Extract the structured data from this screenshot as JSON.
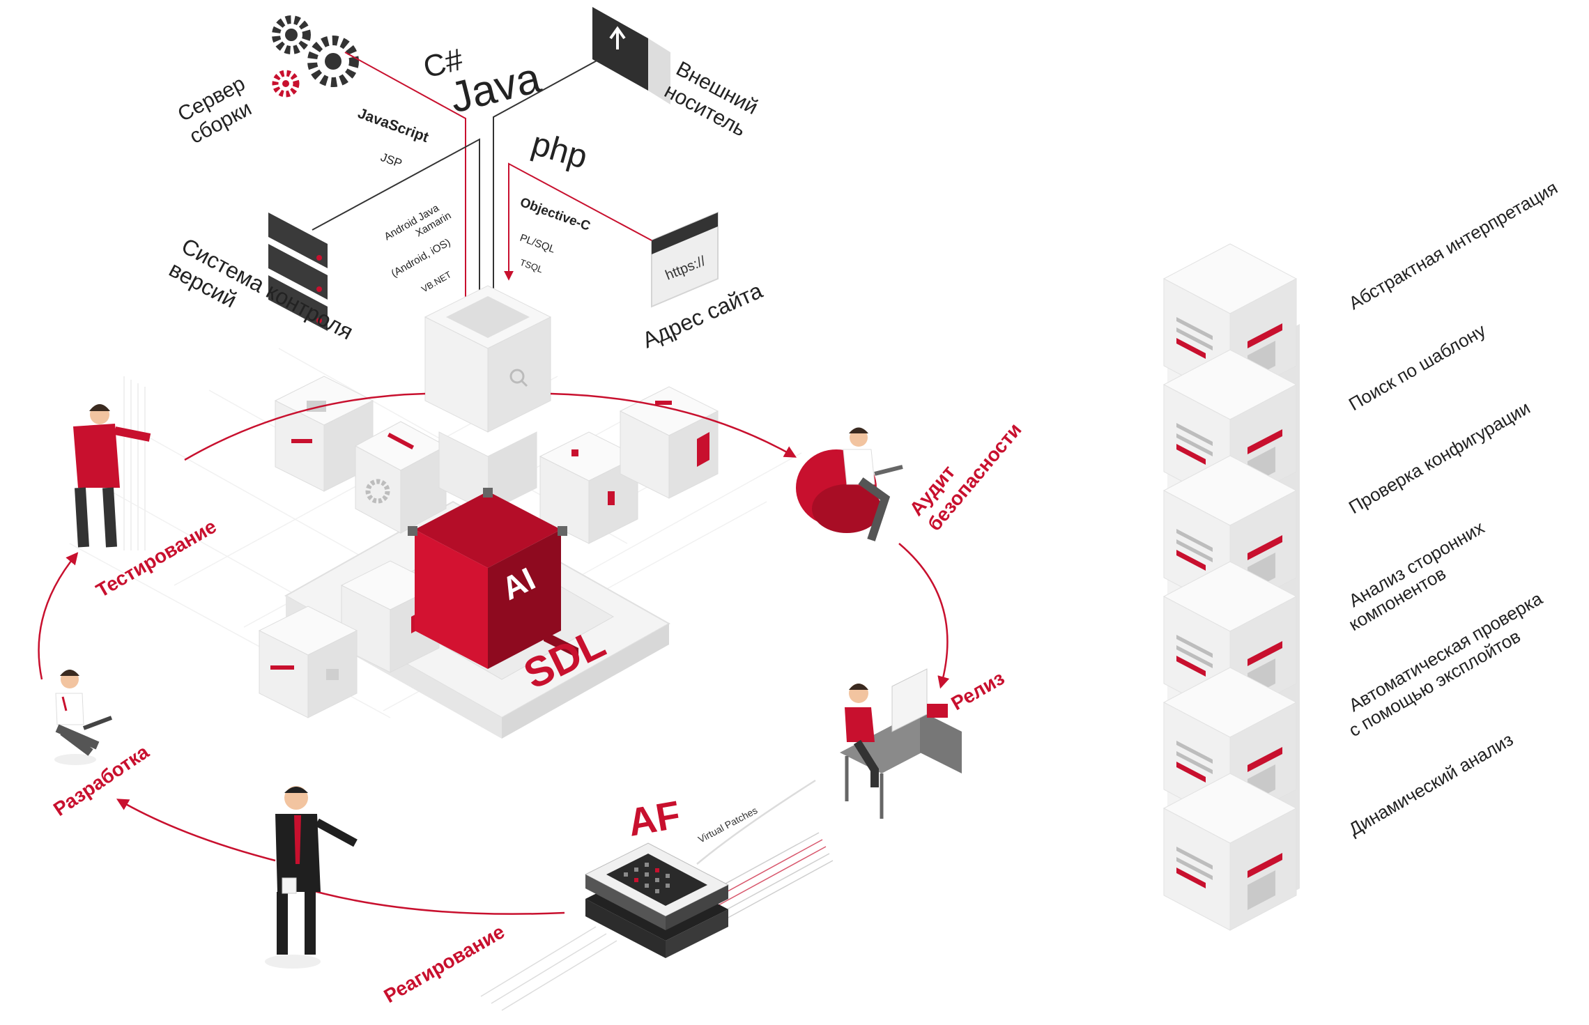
{
  "sources": {
    "build_server": [
      "Сервер",
      "сборки"
    ],
    "vcs": [
      "Система контроля",
      "версий"
    ],
    "external_media": [
      "Внешний",
      "носитель"
    ],
    "website": "Адрес сайта",
    "url_text": "https://"
  },
  "languages": {
    "csharp": "C#",
    "java": "Java",
    "php": "php",
    "javascript": "JavaScript",
    "jsp": "JSP",
    "android_java": "Android Java",
    "xamarin": [
      "Xamarin",
      "(Android, iOS)"
    ],
    "vbnet": "VB.NET",
    "objc": "Objective-C",
    "plsql": "PL/SQL",
    "tsql": "TSQL"
  },
  "core": {
    "ai": "AI",
    "sdl": "SDL"
  },
  "cycle": {
    "testing": "Тестирование",
    "audit": [
      "Аудит",
      "безопасности"
    ],
    "release": "Релиз",
    "response": "Реагирование",
    "development": "Разработка"
  },
  "firewall": {
    "af": "AF",
    "patches": "Virtual Patches"
  },
  "analysis_methods": [
    "Абстрактная интерпретация",
    "Поиск по шаблону",
    "Проверка конфигурации",
    [
      "Анализ сторонних",
      "компонентов"
    ],
    [
      "Автоматическая проверка",
      "с помощью эксплойтов"
    ],
    "Динамический анализ"
  ],
  "colors": {
    "accent": "#c8102e",
    "accent_dark": "#8e0a1f",
    "cube_light": "#f2f2f2",
    "cube_mid": "#e3e3e3",
    "text": "#222222"
  }
}
